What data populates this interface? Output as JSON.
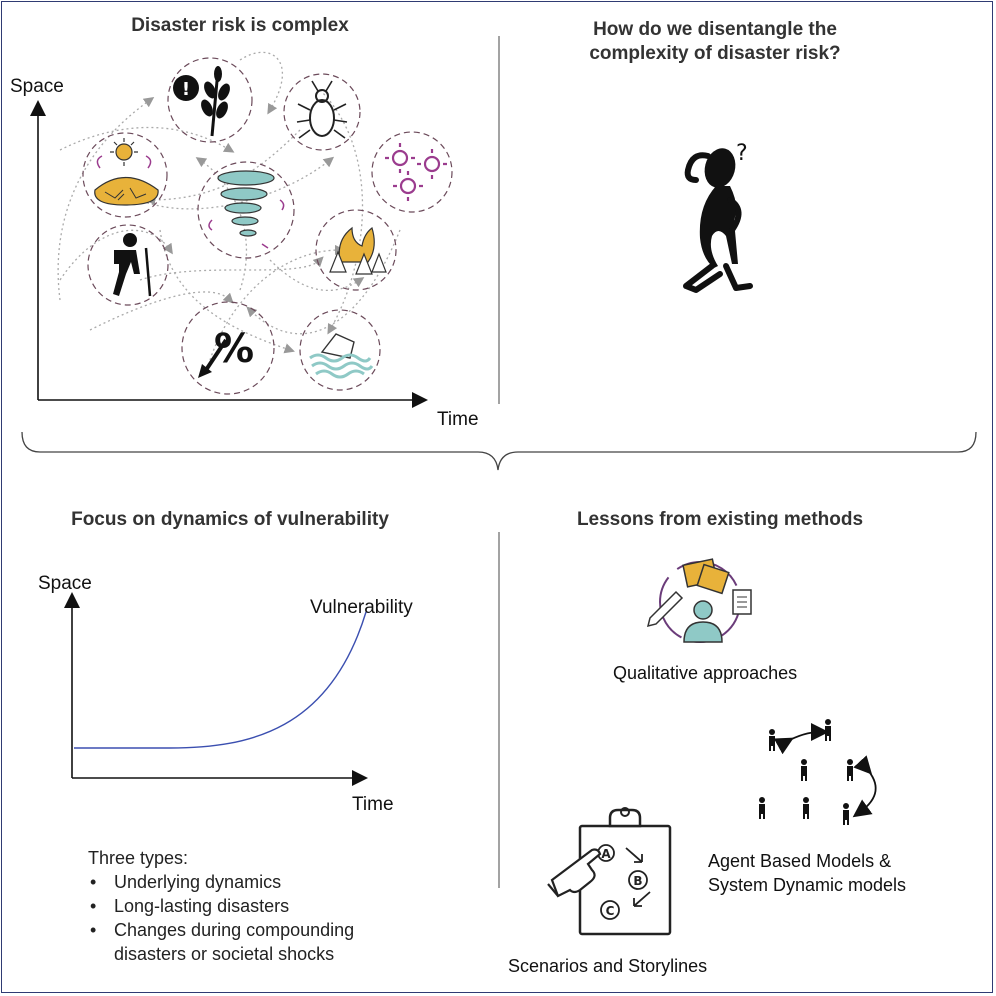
{
  "panels": {
    "top_left": {
      "title": "Disaster risk is complex",
      "y_axis_label": "Space",
      "x_axis_label": "Time",
      "icons": [
        "food-insecurity-icon",
        "pest-icon",
        "virus-icon",
        "drought-icon",
        "tornado-icon",
        "wildfire-icon",
        "displaced-person-icon",
        "economic-decline-icon",
        "flood-icon"
      ]
    },
    "top_right": {
      "title_line1": "How do we disentangle the",
      "title_line2": "complexity of disaster risk?",
      "icon": "thinking-person-icon"
    },
    "bottom_left": {
      "title": "Focus on dynamics of vulnerability",
      "y_axis_label": "Space",
      "x_axis_label": "Time",
      "curve_label": "Vulnerability",
      "types_heading": "Three types:",
      "types": [
        "Underlying dynamics",
        "Long-lasting disasters",
        "Changes during compounding",
        "disasters or societal shocks"
      ]
    },
    "bottom_right": {
      "title": "Lessons from existing methods",
      "qualitative_label": "Qualitative approaches",
      "abm_label_line1": "Agent Based Models &",
      "abm_label_line2": "System Dynamic models",
      "scenarios_label": "Scenarios and Storylines",
      "clipboard_letters": [
        "A",
        "B",
        "C"
      ]
    }
  },
  "colors": {
    "frame": "#2f3b73",
    "curve": "#3b4fb0",
    "gold": "#e8b23a",
    "purple": "#9b3c8e",
    "teal": "#8fc9c6",
    "axis": "#111111"
  }
}
